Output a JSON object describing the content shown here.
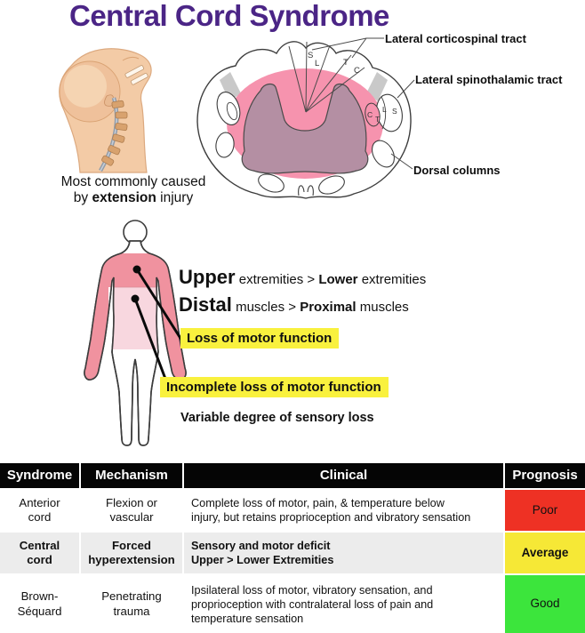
{
  "title": "Central Cord Syndrome",
  "colors": {
    "accent_purple": "#4B2586",
    "lesion_pink": "#F693AE",
    "gray_matter": "#B48FA3",
    "tract_gray": "#C9C9C9",
    "body_dense_pink": "#F0929F",
    "body_light_pink": "#F8D7DF",
    "highlight_yellow": "#F9F13E"
  },
  "cause_caption": {
    "line1": "Most commonly caused",
    "line2_pre": "by ",
    "line2_bold": "extension",
    "line2_post": " injury"
  },
  "cross_section": {
    "labels": {
      "corticospinal": "Lateral corticospinal tract",
      "spinothalamic": "Lateral spinothalamic tract",
      "dorsal": "Dorsal columns"
    },
    "cst_letters": [
      "S",
      "L",
      "T",
      "C"
    ],
    "stt_letters": [
      "C",
      "T",
      "L",
      "S"
    ]
  },
  "body_diagram": {
    "upper_line": {
      "big": "Upper",
      "mid": " extremities > ",
      "bold": "Lower",
      "end": " extremities"
    },
    "distal_line": {
      "big": "Distal",
      "mid": " muscles > ",
      "bold": "Proximal",
      "end": " muscles"
    },
    "highlight1": "Loss of motor function",
    "highlight2": "Incomplete loss of motor function",
    "sensory_note": "Variable degree of sensory loss"
  },
  "table": {
    "headers": [
      "Syndrome",
      "Mechanism",
      "Clinical",
      "Prognosis"
    ],
    "rows": [
      {
        "syndrome": "Anterior\ncord",
        "mechanism": "Flexion or\nvascular",
        "clinical": "Complete loss of motor, pain, & temperature below\ninjury, but retains proprioception and vibratory sensation",
        "prognosis": "Poor",
        "prognosis_color": "#EE3124"
      },
      {
        "syndrome": "Central\ncord",
        "mechanism": "Forced\nhyperextension",
        "clinical": "Sensory and motor deficit\nUpper > Lower Extremities",
        "prognosis": "Average",
        "prognosis_color": "#F6E836"
      },
      {
        "syndrome": "Brown-\nSéquard",
        "mechanism": "Penetrating\ntrauma",
        "clinical": "Ipsilateral loss of motor, vibratory sensation, and\nproprioception with contralateral loss of pain and\ntemperature sensation",
        "prognosis": "Good",
        "prognosis_color": "#3CE53C"
      }
    ]
  }
}
